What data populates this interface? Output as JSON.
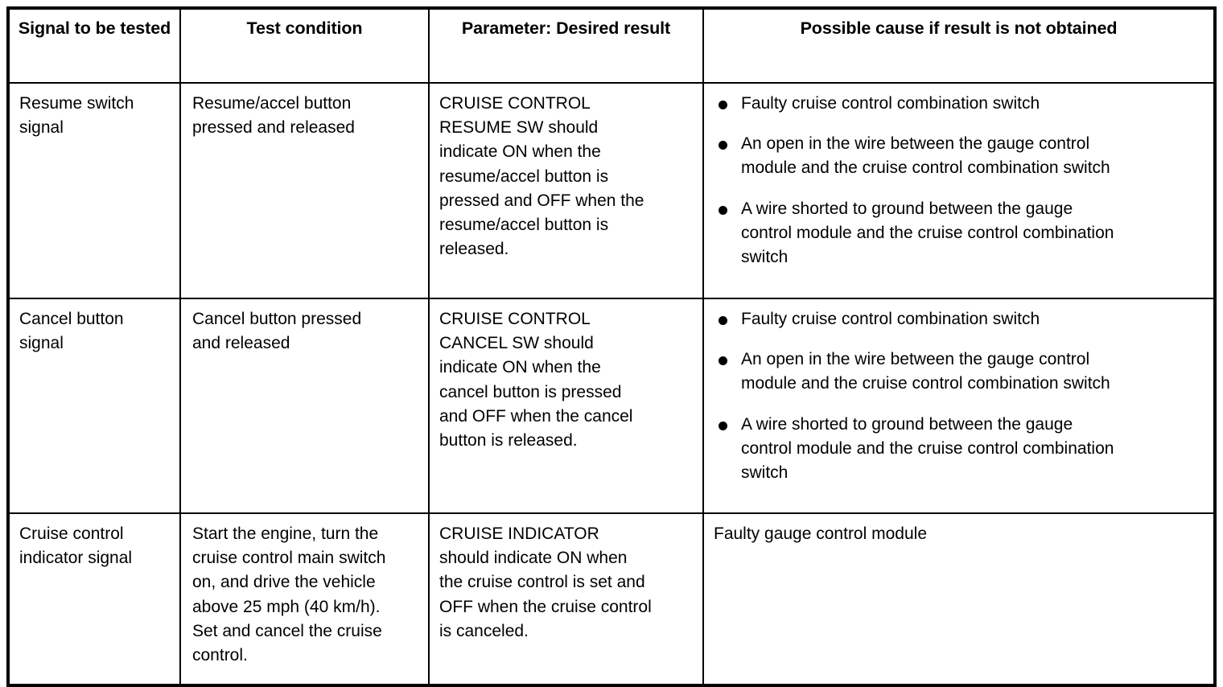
{
  "table": {
    "headers": [
      "Signal to be\ntested",
      "Test condition",
      "Parameter: Desired result",
      "Possible cause if result is not obtained"
    ],
    "rows": [
      {
        "signal": "Resume switch\nsignal",
        "condition": "Resume/accel button\npressed and released",
        "parameter": "CRUISE CONTROL\nRESUME SW should\nindicate ON when the\nresume/accel button is\npressed and OFF when the\nresume/accel button is\nreleased.",
        "causes_bulleted": true,
        "causes": [
          "Faulty cruise control combination switch",
          "An open in the wire between the gauge control\nmodule and the cruise control combination switch",
          "A wire shorted to ground between the gauge\ncontrol module and the cruise control combination\nswitch"
        ]
      },
      {
        "signal": "Cancel button\nsignal",
        "condition": "Cancel button pressed\nand released",
        "parameter": "CRUISE CONTROL\nCANCEL SW should\nindicate ON when the\ncancel button is pressed\nand OFF when the cancel\nbutton is released.",
        "causes_bulleted": true,
        "causes": [
          "Faulty cruise control combination switch",
          "An open in the wire between the gauge control\nmodule and the cruise control combination switch",
          "A wire shorted to ground between the gauge\ncontrol module and the cruise control combination\nswitch"
        ]
      },
      {
        "signal": "Cruise control\nindicator signal",
        "condition": "Start the engine, turn the\ncruise control main switch\non, and drive the vehicle\nabove 25 mph (40 km/h).\nSet and cancel the cruise\ncontrol.",
        "parameter": "CRUISE INDICATOR\nshould indicate ON when\nthe cruise control is set and\nOFF when the cruise control\nis canceled.",
        "causes_bulleted": false,
        "causes": [
          "Faulty gauge control module"
        ]
      }
    ]
  },
  "colors": {
    "border": "#000000",
    "text": "#000000",
    "background": "#ffffff"
  }
}
